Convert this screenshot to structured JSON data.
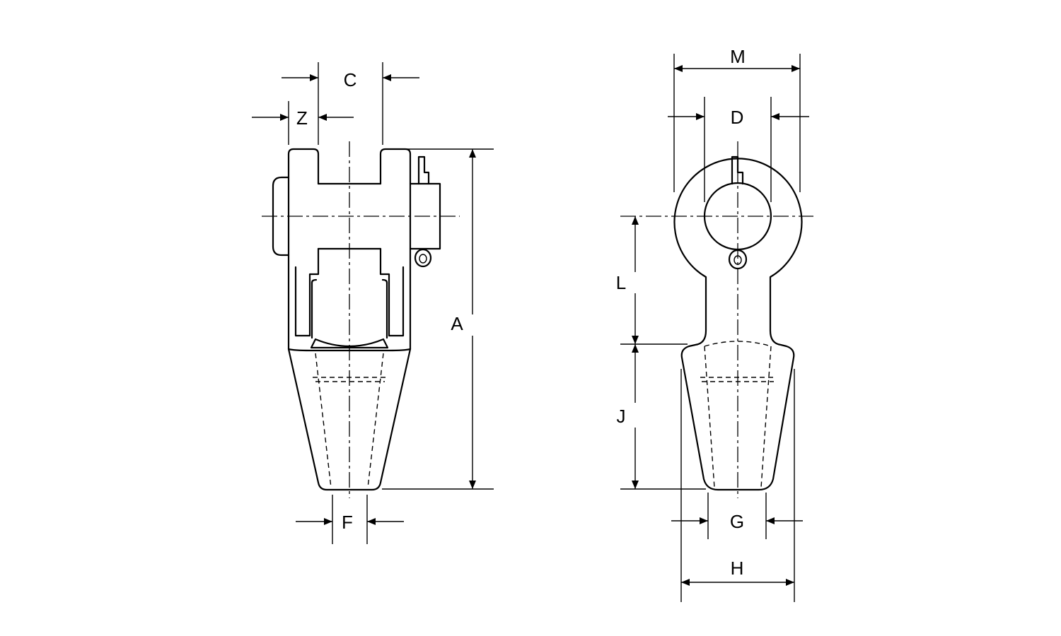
{
  "labels": {
    "a": "A",
    "c": "C",
    "z": "Z",
    "f": "F",
    "m": "M",
    "d": "D",
    "l": "L",
    "j": "J",
    "g": "G",
    "h": "H"
  },
  "colors": {
    "line": "#000000",
    "background": "#ffffff"
  }
}
